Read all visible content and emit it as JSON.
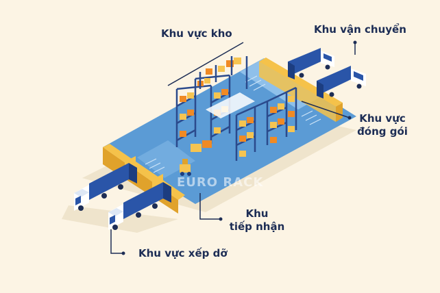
{
  "labels": {
    "storage_area": "Khu vực kho",
    "shipping_area": "Khu vận chuyển",
    "packing_area_line1": "Khu vực",
    "packing_area_line2": "đóng gói",
    "receiving_area_line1": "Khu",
    "receiving_area_line2": "tiếp nhận",
    "unloading_area": "Khu vực xếp dỡ"
  },
  "watermark": "EURO RACK",
  "colors": {
    "background": "#fcf4e4",
    "label_text": "#1d2d55",
    "floor": "#5b9bd5",
    "floor_light": "#8fc0ea",
    "wall_yellow": "#f5c24a",
    "wall_yellow_side": "#e0a22b",
    "truck_blue": "#2a55a8",
    "truck_blue_dark": "#1c3d80",
    "rack_frame": "#2b4a8c",
    "box_orange": "#f08a24",
    "box_yellow": "#f6c451",
    "shadow": "#efe4cc",
    "connector": "#1d2d55"
  }
}
